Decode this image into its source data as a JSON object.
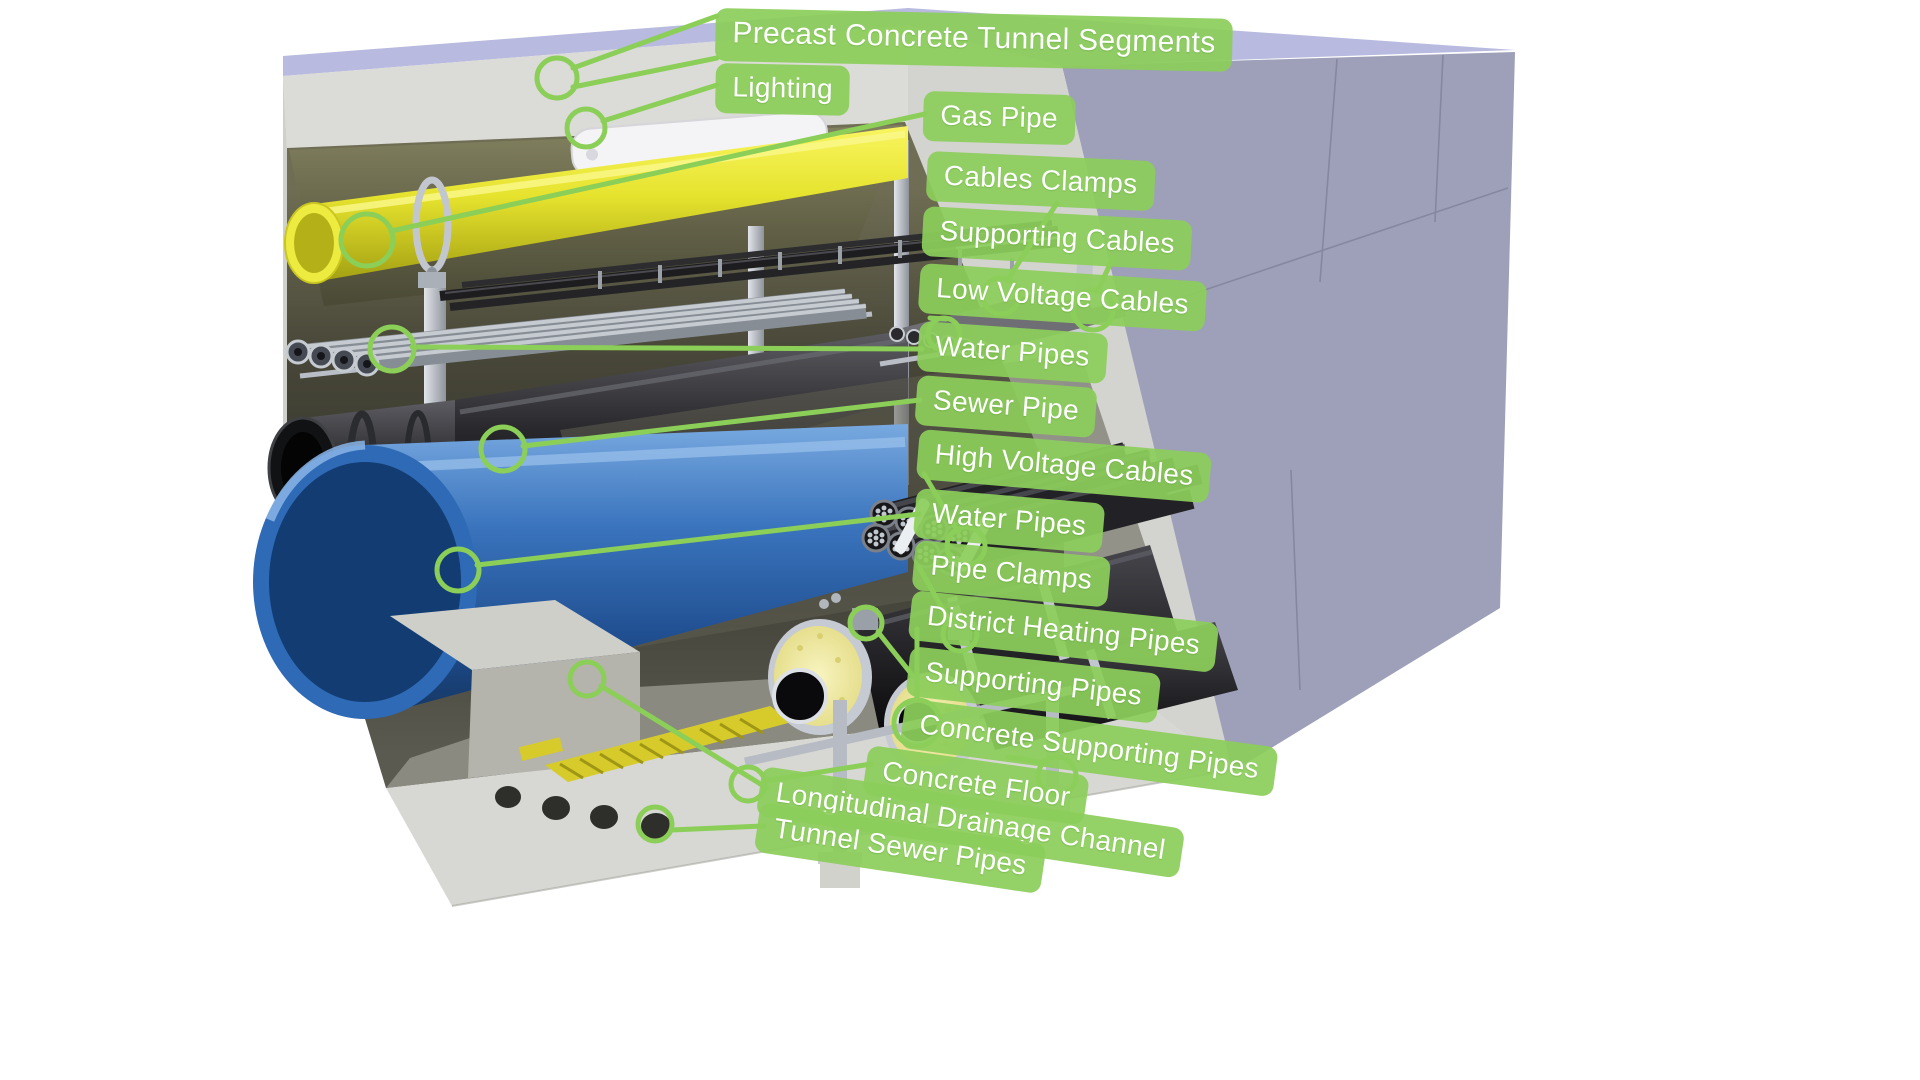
{
  "diagram": {
    "type": "labeled-cutaway-3d-diagram",
    "subject": "Utility tunnel cutaway with service pipes and cables",
    "labels": [
      {
        "id": "precast-concrete-tunnel-segments",
        "text": "Precast Concrete Tunnel Segments"
      },
      {
        "id": "lighting",
        "text": "Lighting"
      },
      {
        "id": "gas-pipe",
        "text": "Gas Pipe"
      },
      {
        "id": "cables-clamps",
        "text": "Cables Clamps"
      },
      {
        "id": "supporting-cables",
        "text": "Supporting Cables"
      },
      {
        "id": "low-voltage-cables",
        "text": "Low Voltage Cables"
      },
      {
        "id": "water-pipes-upper",
        "text": "Water Pipes"
      },
      {
        "id": "sewer-pipe",
        "text": "Sewer Pipe"
      },
      {
        "id": "high-voltage-cables",
        "text": "High Voltage Cables"
      },
      {
        "id": "water-pipes-lower",
        "text": "Water Pipes"
      },
      {
        "id": "pipe-clamps",
        "text": "Pipe Clamps"
      },
      {
        "id": "district-heating-pipes",
        "text": "District Heating Pipes"
      },
      {
        "id": "supporting-pipes",
        "text": "Supporting Pipes"
      },
      {
        "id": "concrete-supporting-pipes",
        "text": "Concrete Supporting Pipes"
      },
      {
        "id": "concrete-floor",
        "text": "Concrete Floor"
      },
      {
        "id": "longitudinal-drainage-channel",
        "text": "Longitudinal Drainage Channel"
      },
      {
        "id": "tunnel-sewer-pipes",
        "text": "Tunnel Sewer Pipes"
      }
    ],
    "colors": {
      "label_background": "#8cce5a",
      "label_text": "#ffffff",
      "leader_line": "#8bce58",
      "concrete_cut": "#dadad6",
      "tunnel_top_face": "#b8badf",
      "tunnel_side_face": "#9da0b8",
      "gas_pipe_yellow": "#e8e534",
      "water_main_blue": "#2e6ab5",
      "insulation_yellow": "#efeaa8",
      "drain_grate_yellow": "#d6cb2a"
    }
  }
}
